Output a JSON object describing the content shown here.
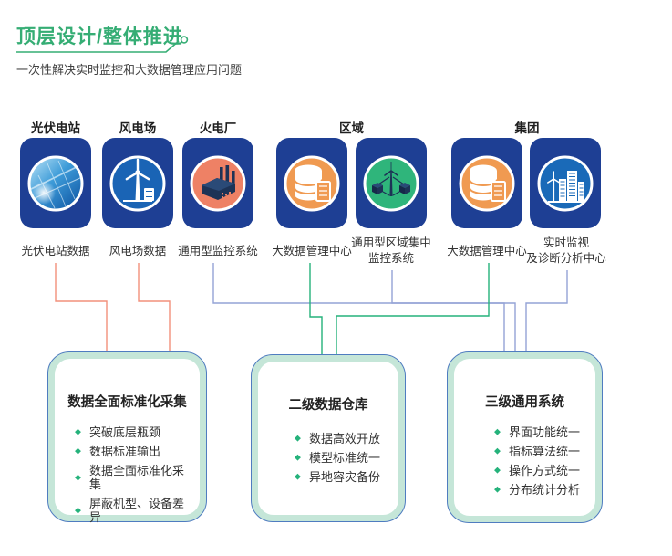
{
  "header": {
    "title": "顶层设计/整体推进",
    "subtitle": "一次性解决实时监控和大数据管理应用问题"
  },
  "categories": [
    {
      "label": "光伏电站"
    },
    {
      "label": "风电场"
    },
    {
      "label": "火电厂"
    },
    {
      "label": "区域"
    },
    {
      "label": "集团"
    }
  ],
  "cards": [
    {
      "caption": "光伏电站数据",
      "icon": "solar-panel-icon"
    },
    {
      "caption": "风电场数据",
      "icon": "wind-turbine-icon"
    },
    {
      "caption": "通用型监控系统",
      "icon": "factory-icon"
    },
    {
      "caption": "大数据管理中心",
      "icon": "database-icon"
    },
    {
      "caption": "通用型区域集中\n监控系统",
      "icon": "wind-network-icon"
    },
    {
      "caption": "大数据管理中心",
      "icon": "database-icon"
    },
    {
      "caption": "实时监视\n及诊断分析中心",
      "icon": "city-monitor-icon"
    }
  ],
  "boxes": [
    {
      "title": "数据全面标准化采集",
      "bullets": [
        "突破底层瓶颈",
        "数据标准输出",
        "数据全面标准化采集",
        "屏蔽机型、设备差异"
      ]
    },
    {
      "title": "二级数据仓库",
      "bullets": [
        "数据高效开放",
        "模型标准统一",
        "异地容灾备份"
      ]
    },
    {
      "title": "三级通用系统",
      "bullets": [
        "界面功能统一",
        "指标算法统一",
        "操作方式统一",
        "分布统计分析"
      ]
    }
  ],
  "ui": {
    "bullet_glyph": "◆"
  },
  "colors": {
    "accent_green": "#35ad74",
    "card_navy": "#1e3f94",
    "connector_orange": "#f2907b",
    "connector_blue": "#94a3d6",
    "connector_green": "#25b27b",
    "panel_border_blue": "#4f7cc0",
    "panel_mint": "#c5e6d8",
    "circle_orange": "#f09a51",
    "circle_coral": "#ee8165",
    "circle_green": "#2fb57b",
    "circle_blue": "#1a64b5",
    "circle_city_blue": "#1a6ab8"
  }
}
